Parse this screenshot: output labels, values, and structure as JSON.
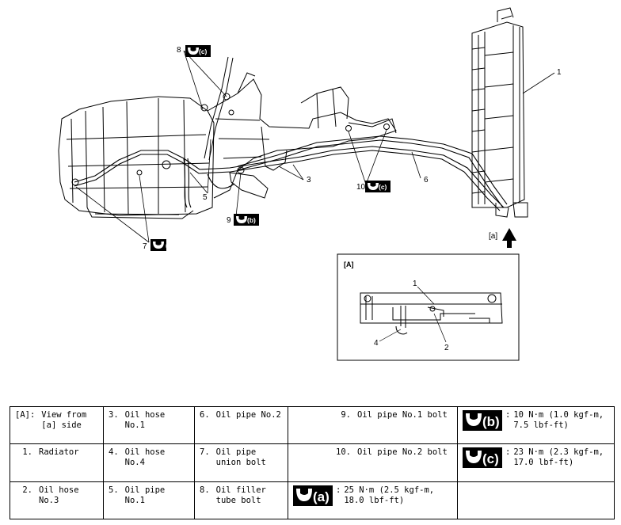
{
  "diagram": {
    "callouts": {
      "c1": "1",
      "c3": "3",
      "c5": "5",
      "c6": "6",
      "c7": "7",
      "c8": "8",
      "c9": "9",
      "c10": "10",
      "view_a": "[a]"
    },
    "torque_marks": {
      "a": "(a)",
      "b": "(b)",
      "c": "(c)"
    },
    "inset": {
      "title": "[A]",
      "callouts": {
        "c1": "1",
        "c2": "2",
        "c4": "4"
      }
    }
  },
  "legend": {
    "row1": {
      "c1_num": "[A]:",
      "c1_text": "View from [a] side",
      "c2_num": "3.",
      "c2_text": "Oil hose No.1",
      "c3_num": "6.",
      "c3_text": "Oil pipe No.2",
      "c4_num": "9.",
      "c4_text": "Oil pipe No.1 bolt",
      "torque_label": "(b)",
      "torque_value": "10 N·m (1.0 kgf-m, 7.5 lbf-ft)"
    },
    "row2": {
      "c1_num": "1.",
      "c1_text": "Radiator",
      "c2_num": "4.",
      "c2_text": "Oil hose No.4",
      "c3_num": "7.",
      "c3_text": "Oil pipe union bolt",
      "c4_num": "10.",
      "c4_text": "Oil pipe No.2 bolt",
      "torque_label": "(c)",
      "torque_value": "23 N·m (2.3 kgf-m, 17.0 lbf-ft)"
    },
    "row3": {
      "c1_num": "2.",
      "c1_text": "Oil hose No.3",
      "c2_num": "5.",
      "c2_text": "Oil pipe No.1",
      "c3_num": "8.",
      "c3_text": "Oil filler tube bolt",
      "torque_label": "(a)",
      "torque_value": "25 N·m (2.5 kgf-m, 18.0 lbf-ft)"
    }
  },
  "colors": {
    "ink": "#000000",
    "paper": "#ffffff",
    "badge": "#000000"
  }
}
